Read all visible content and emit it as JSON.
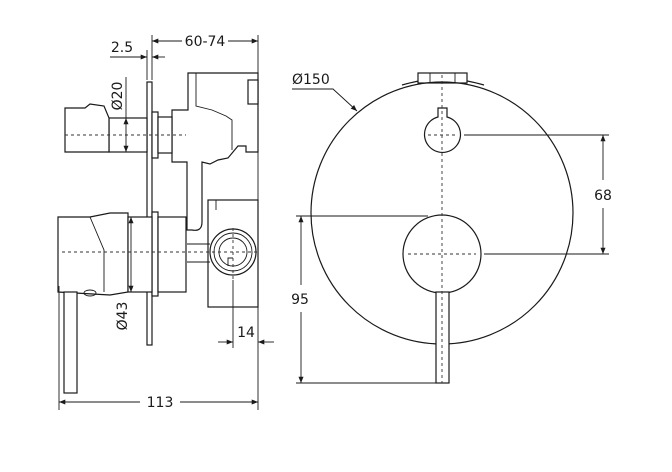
{
  "dimensions": {
    "depth_range": "60-74",
    "plate_thickness": "2.5",
    "diverter_diameter": "Ø20",
    "handle_diameter": "Ø43",
    "outlet_offset": "14",
    "overall_depth": "113",
    "plate_diameter": "Ø150",
    "knob_spacing": "68",
    "mixer_height": "95"
  },
  "colors": {
    "line": "#1a1a1a",
    "background": "#ffffff"
  }
}
